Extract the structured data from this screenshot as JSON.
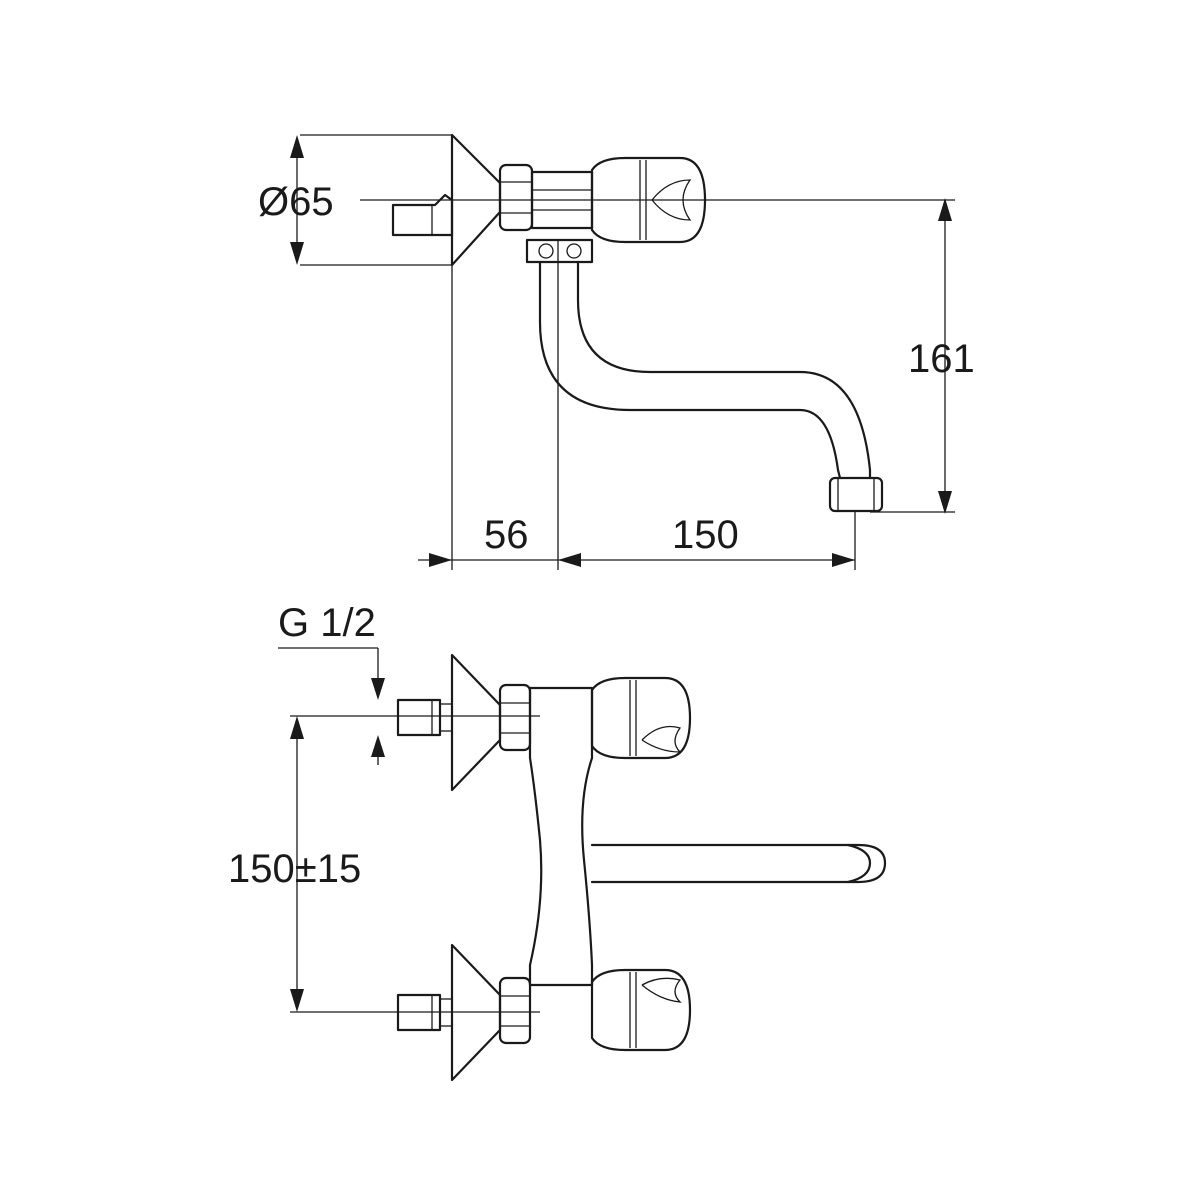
{
  "dimensions": {
    "rosette_diameter": "Ø65",
    "wall_to_spout_axis": "56",
    "spout_reach": "150",
    "height": "161",
    "thread": "G 1/2",
    "inlet_spacing": "150±15"
  },
  "colors": {
    "line": "#1a1a1a",
    "background": "#ffffff"
  }
}
